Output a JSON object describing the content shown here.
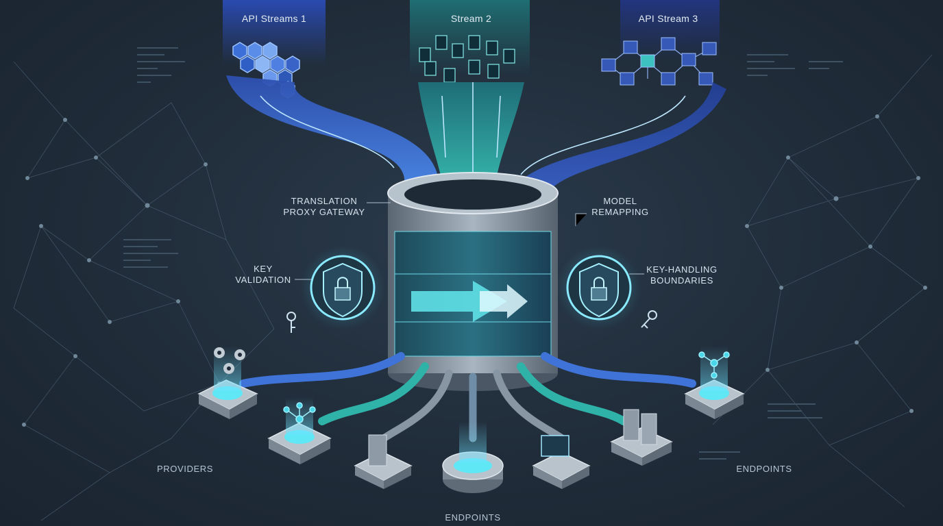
{
  "streams": [
    {
      "label": "API Streams 1"
    },
    {
      "label": "Stream 2"
    },
    {
      "label": "API Stream 3"
    }
  ],
  "gateway": {
    "label_line1": "TRANSLATION",
    "label_line2": "PROXY GATEWAY"
  },
  "model": {
    "label_line1": "MODEL",
    "label_line2": "REMAPPING"
  },
  "key_validation": {
    "label_line1": "KEY",
    "label_line2": "VALIDATION"
  },
  "key_boundaries": {
    "label_line1": "KEY-HANDLING",
    "label_line2": "BOUNDARIES"
  },
  "outputs": {
    "providers": "PROVIDERS",
    "endpoints_right": "ENDPOINTS",
    "endpoints_bottom": "ENDPOINTS"
  },
  "colors": {
    "background": "#1f2b38",
    "stream_blue": "#3f6fd6",
    "stream_teal": "#2bb3a6",
    "glow": "#7fe7ff",
    "cylinder": "#8c9aa8"
  }
}
